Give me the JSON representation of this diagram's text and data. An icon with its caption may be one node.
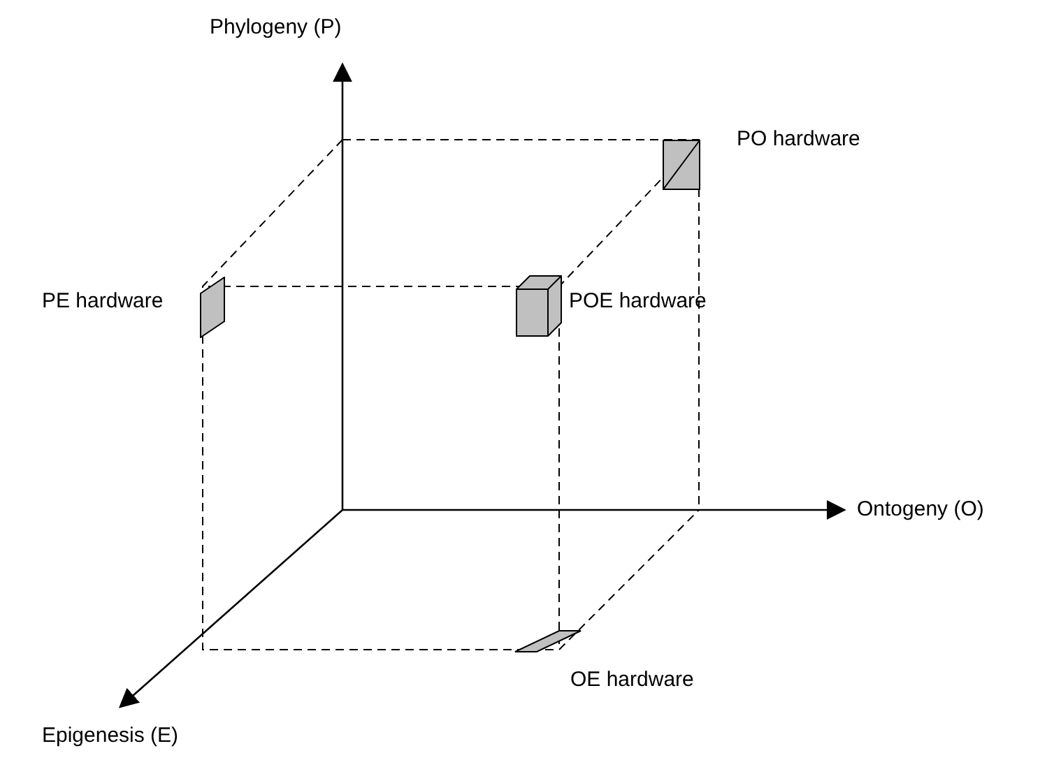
{
  "diagram": {
    "nodes": [
      {
        "text": [],
        "shape": "box",
        "beside": [
          "PO hardware"
        ]
      },
      {
        "text": [],
        "shape": "box",
        "beside": [
          "PE hardware"
        ]
      },
      {
        "text": [],
        "shape": "box",
        "beside": [
          "POE hardware"
        ]
      },
      {
        "text": [],
        "shape": "box",
        "beside": [
          "OE hardware"
        ]
      }
    ],
    "labels": [
      "Phylogeny (P)",
      "Ontogeny (O)",
      "Epigenesis (E)"
    ]
  }
}
